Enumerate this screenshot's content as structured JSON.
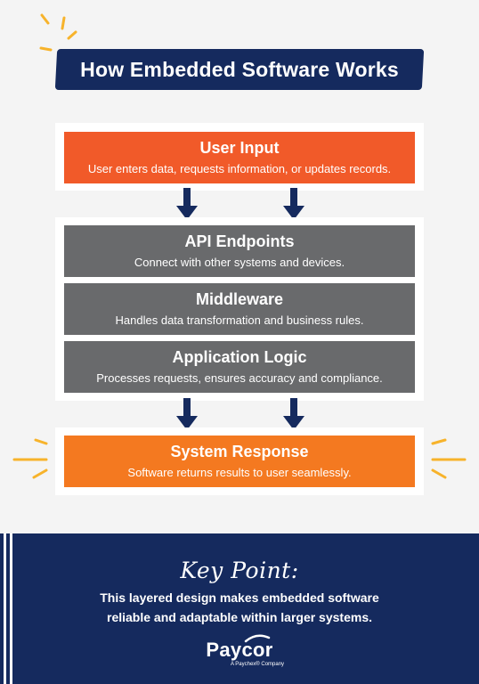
{
  "title": "How Embedded Software Works",
  "flow": {
    "user_input": {
      "heading": "User Input",
      "description": "User enters data, requests information, or updates records."
    },
    "layers": [
      {
        "heading": "API Endpoints",
        "description": "Connect with other systems and devices."
      },
      {
        "heading": "Middleware",
        "description": "Handles data transformation and business rules."
      },
      {
        "heading": "Application Logic",
        "description": "Processes requests, ensures accuracy and compliance."
      }
    ],
    "system_response": {
      "heading": "System Response",
      "description": "Software returns results to user seamlessly."
    }
  },
  "footer": {
    "key_point_label": "Key Point:",
    "text": "This layered design makes embedded software reliable and adaptable within larger systems.",
    "logo_name": "Paycor",
    "logo_tagline": "A Paychex® Company"
  },
  "colors": {
    "navy": "#152a5e",
    "orange_primary": "#f15a29",
    "orange_secondary": "#f47920",
    "gray": "#696a6c",
    "accent_yellow": "#f7b32b"
  }
}
